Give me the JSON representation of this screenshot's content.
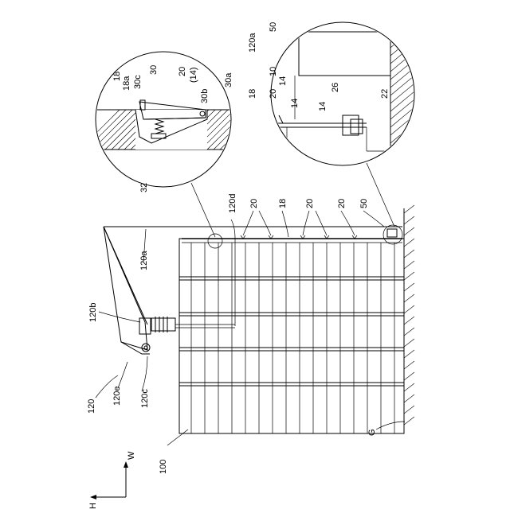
{
  "labels": {
    "l100": "100",
    "l120": "120",
    "l120a": "120a",
    "l120b": "120b",
    "l120c": "120c",
    "l120d": "120d",
    "l120e": "120e",
    "l18": "18",
    "l20a": "20",
    "l20b": "20",
    "l20c": "20",
    "l50": "50",
    "lG": "G",
    "lW": "W",
    "lH": "H",
    "d1_18": "18",
    "d1_18a": "18a",
    "d1_30c": "30c",
    "d1_30": "30",
    "d1_20": "20",
    "d1_14p": "(14)",
    "d1_30b": "30b",
    "d1_30a": "30a",
    "d1_32": "32",
    "d2_120a": "120a",
    "d2_50": "50",
    "d2_10": "10",
    "d2_14a": "14",
    "d2_18": "18",
    "d2_20": "20",
    "d2_14b": "14",
    "d2_26": "26",
    "d2_14c": "14",
    "d2_22": "22"
  }
}
